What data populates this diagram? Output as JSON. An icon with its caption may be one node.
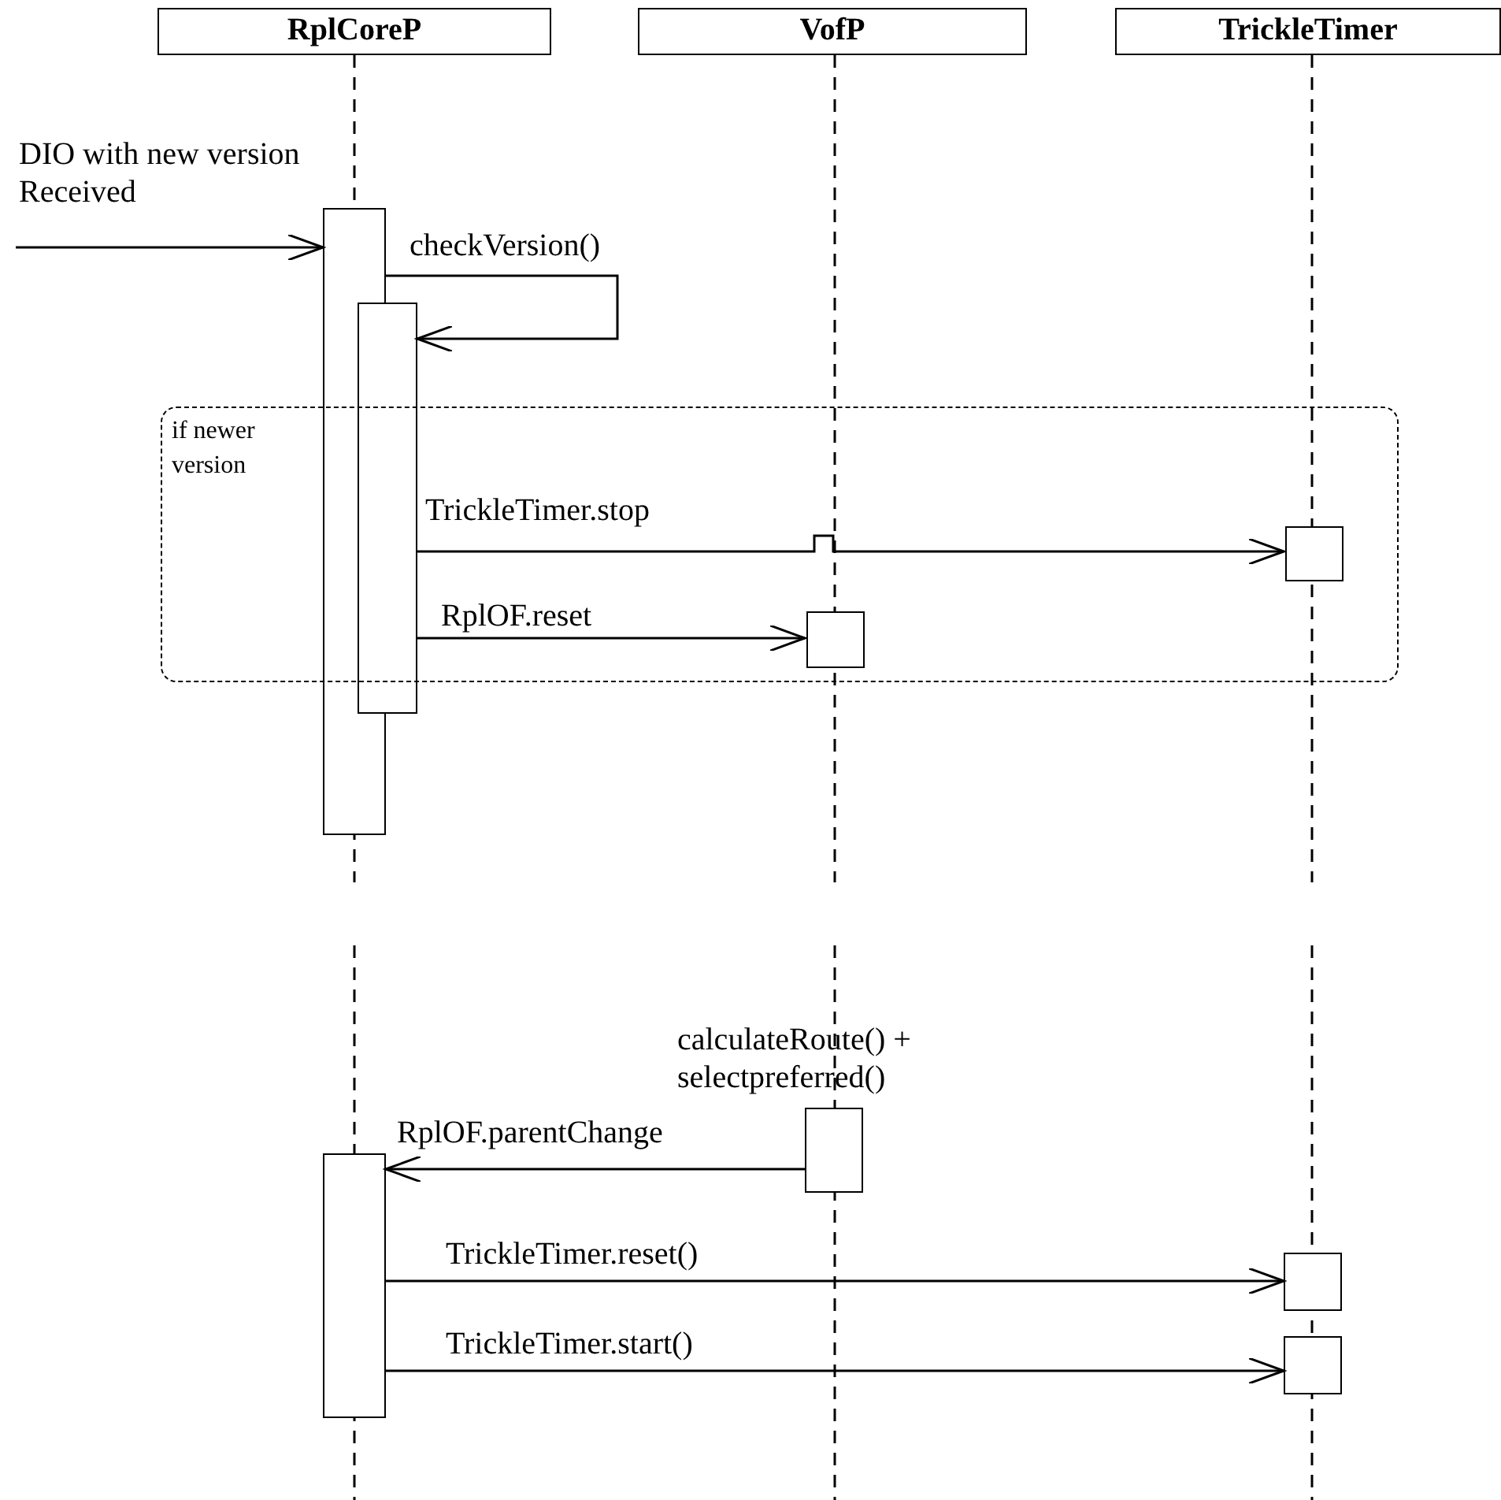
{
  "diagram": {
    "nodes": [
      {
        "text": [
          "RplCoreP"
        ]
      },
      {
        "text": [
          "VofP"
        ]
      },
      {
        "text": [
          "TrickleTimer"
        ]
      },
      {
        "text": [],
        "shape": "box"
      },
      {
        "text": [],
        "shape": "box"
      },
      {
        "text": [
          "if newer version"
        ]
      },
      {
        "text": [],
        "shape": "box",
        "in": 5
      },
      {
        "text": [],
        "shape": "box",
        "in": 5
      },
      {
        "text": [],
        "shape": "box",
        "beside": [
          "calculateRoute() + selectpreferred()"
        ]
      },
      {
        "text": [],
        "shape": "box"
      },
      {
        "text": [],
        "shape": "box"
      },
      {
        "text": [],
        "shape": "box"
      }
    ],
    "edges": [
      {
        "from": null,
        "to": 3,
        "arrow": "to",
        "label": "DIO with new version Received"
      },
      {
        "from": 3,
        "to": 4,
        "arrow": "to",
        "label": "checkVersion()"
      },
      {
        "from": 4,
        "to": 6,
        "arrow": "to",
        "label": "TrickleTimer.stop"
      },
      {
        "from": 4,
        "to": 7,
        "arrow": "to",
        "label": "RplOF.reset"
      },
      {
        "from": 8,
        "to": 9,
        "arrow": "to",
        "label": "RplOF.parentChange"
      },
      {
        "from": 9,
        "to": 10,
        "arrow": "to",
        "label": "TrickleTimer.reset()"
      },
      {
        "from": 9,
        "to": 11,
        "arrow": "to",
        "label": "TrickleTimer.start()"
      }
    ]
  }
}
